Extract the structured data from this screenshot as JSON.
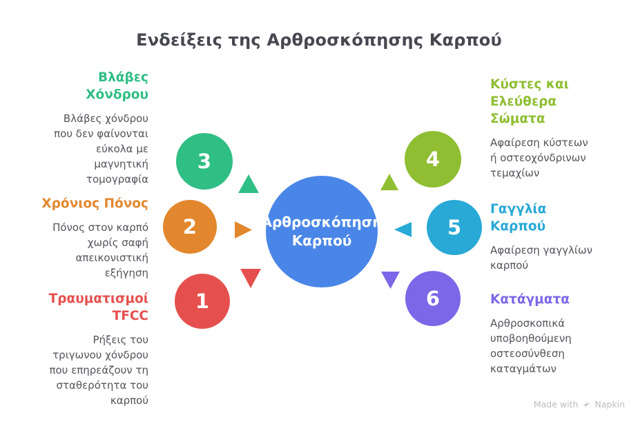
{
  "title": "Ενδείξεις της Αρθροσκόπησης Καρπού",
  "center": {
    "label": "Αρθροσκόπηση\nΚαρπού",
    "color": "#4A86E8",
    "text_color": "#FFFFFF"
  },
  "items": [
    {
      "number": "1",
      "heading": "Τραυματισμοί\nTFCC",
      "description": "Ρήξεις του\nτριγωνου χόνδρου\nπου επηρεάζουν τη\nσταθερότητα του\nκαρπού",
      "color": "#E5504E",
      "side": "left",
      "arrow_direction": "down"
    },
    {
      "number": "2",
      "heading": "Χρόνιος Πόνος",
      "description": "Πόνος στον καρπό\nχωρίς σαφή\nαπεικονιστική\nεξήγηση",
      "color": "#E2872D",
      "side": "left",
      "arrow_direction": "right"
    },
    {
      "number": "3",
      "heading": "Βλάβες\nΧόνδρου",
      "description": "Βλάβες χόνδρου\nπου δεν φαίνονται\nεύκολα με\nμαγνητική\nτομογραφία",
      "color": "#2FBE84",
      "side": "left",
      "arrow_direction": "up"
    },
    {
      "number": "4",
      "heading": "Κύστες και\nΕλεύθερα\nΣώματα",
      "description": "Αφαίρεση κύστεων\nή οστεοχόνδρινων\nτεμαχίων",
      "color": "#90BE33",
      "side": "right",
      "arrow_direction": "up"
    },
    {
      "number": "5",
      "heading": "Γαγγλία\nΚαρπού",
      "description": "Αφαίρεση γαγγλίων\nκαρπού",
      "color": "#28A9D6",
      "side": "right",
      "arrow_direction": "left"
    },
    {
      "number": "6",
      "heading": "Κατάγματα",
      "description": "Αρθροσκοπικά\nυποβοηθούμενη\nοστεοσύνθεση\nκαταγμάτων",
      "color": "#7B67E8",
      "side": "right",
      "arrow_direction": "down"
    }
  ],
  "badge": {
    "prefix": "Made with",
    "brand": "Napkin"
  },
  "colors": {
    "title_text": "#474751",
    "body_text": "#53535B",
    "background": "#FFFFFF",
    "badge_text": "#BCBCC2"
  }
}
